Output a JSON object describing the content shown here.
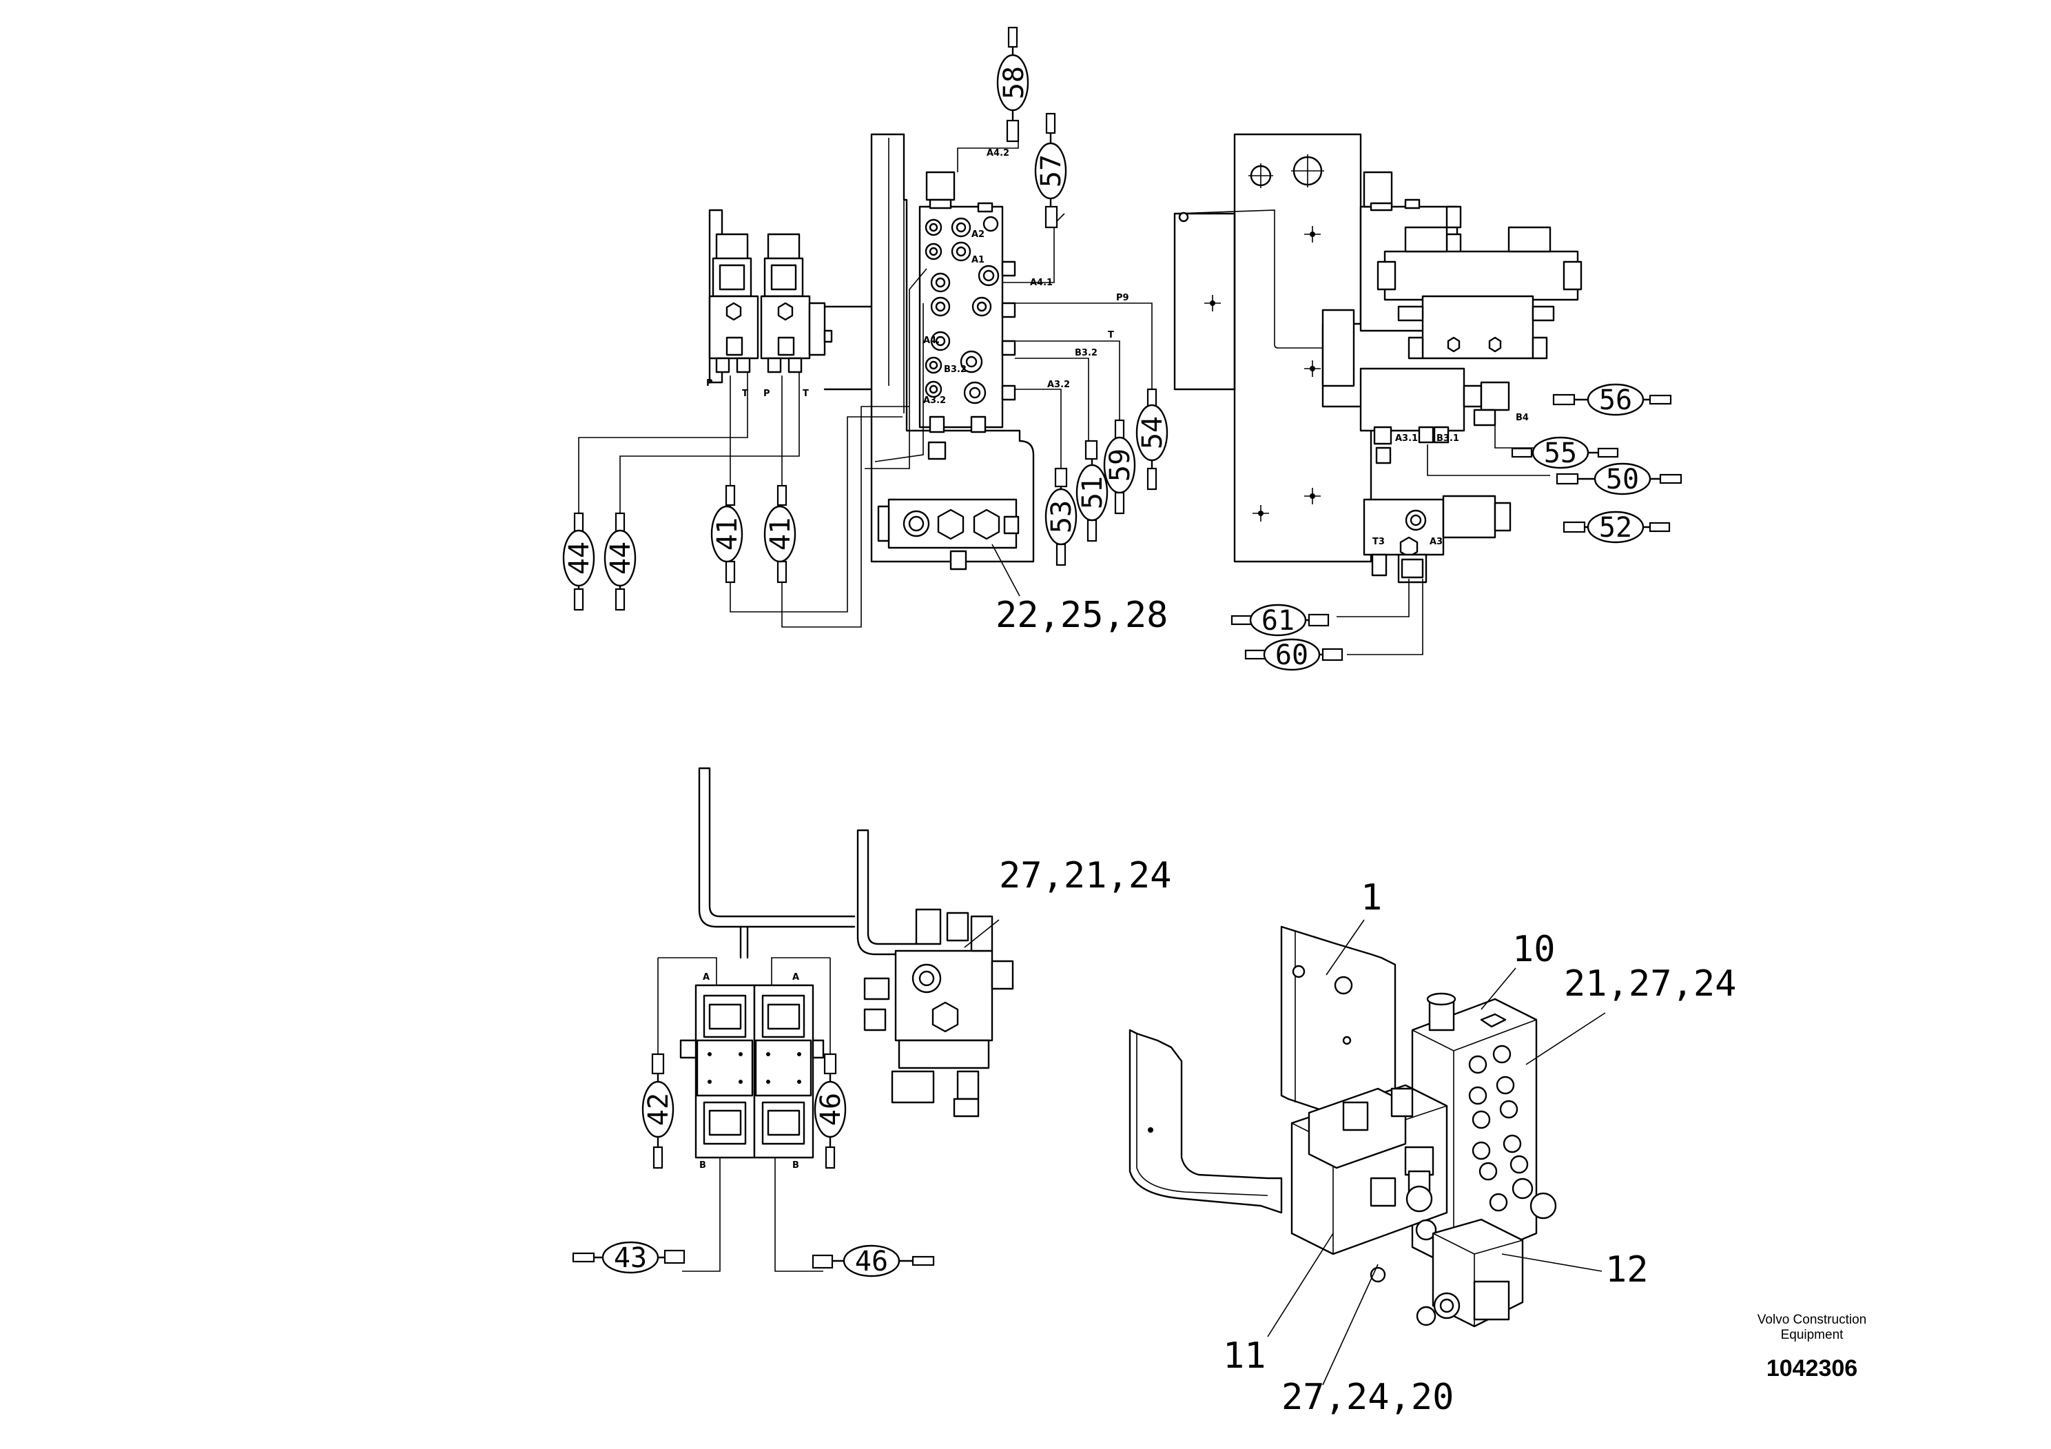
{
  "footer": {
    "company_line1": "Volvo Construction",
    "company_line2": "Equipment",
    "drawing_number": "1042306"
  },
  "callouts": {
    "c_22_25_28": "22,25,28",
    "c_27_21_24": "27,21,24",
    "c_1": "1",
    "c_10": "10",
    "c_21_27_24": "21,27,24",
    "c_12": "12",
    "c_11": "11",
    "c_27_24_20": "27,24,20"
  },
  "hose_bubbles": {
    "h58": "58",
    "h57": "57",
    "h54": "54",
    "h59": "59",
    "h51": "51",
    "h53": "53",
    "h44a": "44",
    "h44b": "44",
    "h41a": "41",
    "h41b": "41",
    "h56": "56",
    "h55": "55",
    "h50": "50",
    "h52": "52",
    "h61": "61",
    "h60": "60",
    "h42": "42",
    "h46v": "46",
    "h43": "43",
    "h46h": "46"
  },
  "port_labels": {
    "a42": "A4.2",
    "a41": "A4.1",
    "p9": "P9",
    "t": "T",
    "b32": "B3.2",
    "a32": "A3.2",
    "a1": "A1",
    "a2": "A2",
    "a4": "A4.",
    "a3": "A3.2",
    "b3": "B3.2",
    "p_left1": "P",
    "t_left1": "T",
    "p_left2": "P",
    "t_left2": "T",
    "b4": "B4",
    "a31": "A3.1",
    "b31": "B3.1",
    "t3": "T3",
    "a3r": "A3",
    "a_v1": "A",
    "b_v1": "B",
    "a_v2": "A",
    "b_v2": "B"
  }
}
